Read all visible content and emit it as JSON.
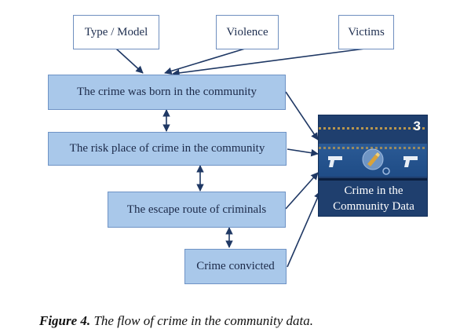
{
  "diagram": {
    "inputs": {
      "type_model": "Type / Model",
      "violence": "Violence",
      "victims": "Victims"
    },
    "flow": {
      "born": "The crime was born in the community",
      "risk_place": "The risk place of crime in the community",
      "escape_route": "The escape route of criminals",
      "convicted": "Crime convicted"
    },
    "output": {
      "number": "3",
      "caption_line1": "Crime in the",
      "caption_line2": "Community Data",
      "icons": [
        "pistol-icon",
        "bullet-icon",
        "pistol-icon"
      ]
    }
  },
  "figure_caption": {
    "label": "Figure 4.",
    "text": " The flow of crime in the community data."
  },
  "colors": {
    "flow_box_fill": "#a9c8ea",
    "flow_box_border": "#6f93c5",
    "arrow": "#1f3864",
    "panel": "#1f3f6e"
  }
}
